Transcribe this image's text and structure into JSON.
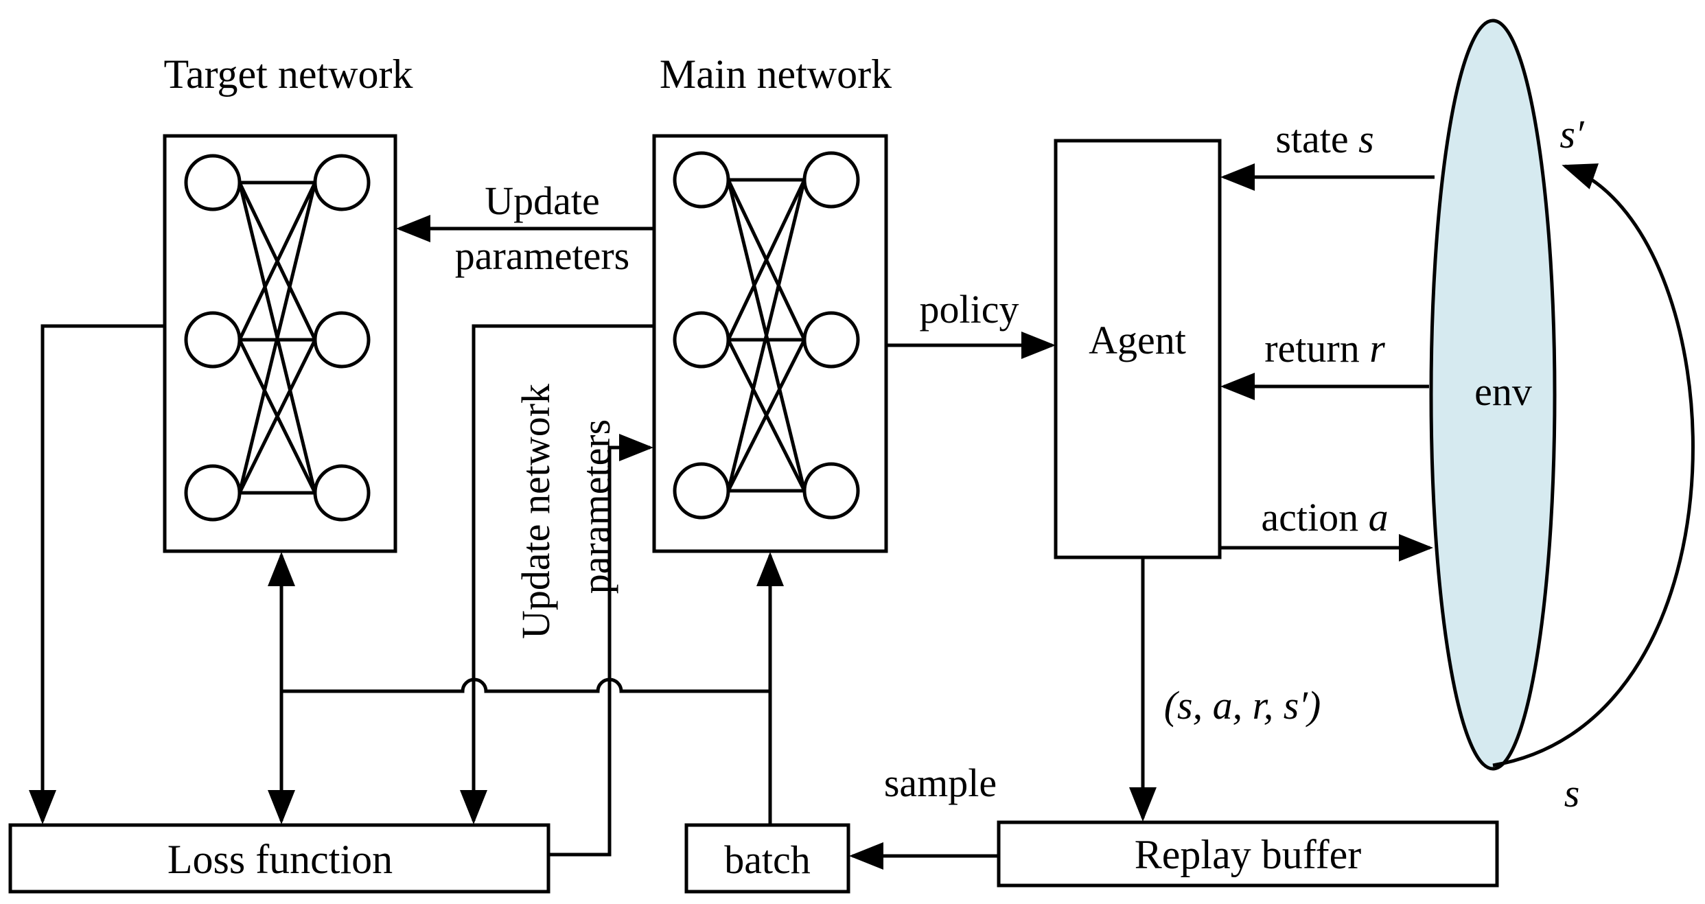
{
  "labels": {
    "target_network": "Target network",
    "main_network": "Main network",
    "update_parameters_1": "Update",
    "update_parameters_2": "parameters",
    "policy": "policy",
    "agent": "Agent",
    "state_prefix": "state ",
    "state_var": "s",
    "return_prefix": "return ",
    "return_var": "r",
    "action_prefix": "action ",
    "action_var": "a",
    "env": "env",
    "s_prime": "s′",
    "s_bottom": "s",
    "transition": "(s, a, r, s′)",
    "update_network_parameters_1": "Update network",
    "update_network_parameters_2": "parameters",
    "loss_function": "Loss function",
    "batch": "batch",
    "sample": "sample",
    "replay_buffer": "Replay buffer"
  },
  "colors": {
    "env_fill": "#d6eaf0",
    "stroke": "#000000"
  }
}
